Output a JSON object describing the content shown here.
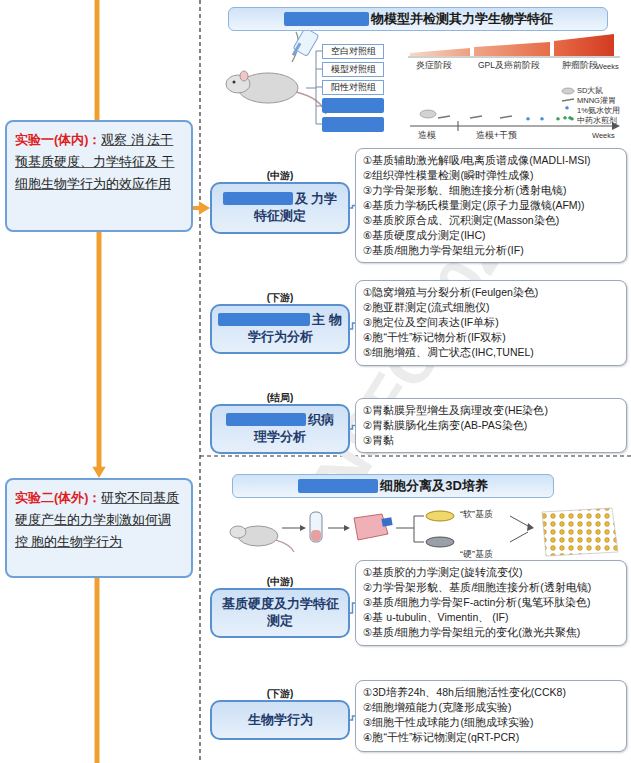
{
  "diagram": {
    "nodes": [
      {
        "text": [
          "实验一(体内)：",
          "观察 消 法干预基质硬度、力学特征及 干细胞生物学行为的效应作用"
        ]
      },
      {
        "text": [
          "物模型并检测其力学生物学特征"
        ]
      },
      {
        "text": [
          "空白对照组"
        ]
      },
      {
        "text": [
          "模型对照组"
        ]
      },
      {
        "text": [
          "阳性对照组"
        ]
      },
      {
        "text": [
          "(中游)",
          "及 力学特征测定"
        ]
      },
      {
        "text": [
          "①基质辅助激光解吸/电离质谱成像(MADLI-MSI)",
          "②组织弹性模量检测(瞬时弹性成像)",
          "③力学骨架形貌、细胞连接分析(透射电镜)",
          "④基质力学杨氏模量测定(原子力显微镜(AFM))",
          "⑤基质胶原合成、沉积测定(Masson染色)",
          "⑥基质硬度成分测定(IHC)",
          "⑦基质/细胞力学骨架组元分析(IF)"
        ]
      },
      {
        "text": [
          "(下游)",
          "主 物学行为分析"
        ]
      },
      {
        "text": [
          "①隐窝增殖与分裂分析(Feulgen染色)",
          "②胞亚群测定(流式细胞仪)",
          "③胞定位及空间表达(IF单标)",
          "④胞“干性”标记物分析(IF双标)",
          "⑤细胞增殖、凋亡状态(IHC,TUNEL)"
        ]
      },
      {
        "text": [
          "(结局)",
          "织病 理学分析"
        ]
      },
      {
        "text": [
          "①胃黏膜异型增生及病理改变(HE染色)",
          "②胃黏膜肠化生病变(AB-PAS染色)",
          "③胃黏"
        ]
      },
      {
        "text": [
          "实验二(体外)：",
          "研究不同基质硬度产生的力学刺激如何调控 胞的生物学行为"
        ]
      },
      {
        "text": [
          "细胞分离及3D培养"
        ]
      },
      {
        "text": [
          "(中游)",
          "基质硬度及力学特征测定"
        ]
      },
      {
        "text": [
          "①基质胶的力学测定(旋转流变仪)",
          "②力学骨架形貌、基质/细胞连接分析(透射电镜)",
          "③基质/细胞力学骨架F-actin分析(鬼笔环肽染色)",
          "④基 u-tubulin、Vimentin、 (IF)",
          "⑤基质/细胞力学骨架组元的变化(激光共聚焦)"
        ]
      },
      {
        "text": [
          "(下游)",
          "生物学行为"
        ]
      },
      {
        "text": [
          "①3D培养24h、48h后细胞活性变化(CCK8)",
          "②细胞增殖能力(克隆形成实验)",
          "③细胞干性成球能力(细胞成球实验)",
          "④胞“干性”标记物测定(qRT-PCR)"
        ]
      }
    ],
    "edges": [
      {
        "from": 0,
        "to": 11,
        "arrow": "to"
      },
      {
        "from": 0,
        "to": 5,
        "arrow": "to"
      },
      {
        "from": 5,
        "to": 6,
        "arrow": "none"
      },
      {
        "from": 7,
        "to": 8,
        "arrow": "none"
      },
      {
        "from": 9,
        "to": 10,
        "arrow": "none"
      },
      {
        "from": 13,
        "to": 14,
        "arrow": "none"
      },
      {
        "from": 15,
        "to": 16,
        "arrow": "none"
      }
    ],
    "labels": [
      "炎症阶段",
      "GPL及癌前阶段",
      "肿瘤阶段",
      "Weeks",
      "造模",
      "造模+干预",
      "Weeks",
      "“软”基质",
      "“硬”基质",
      "NSFC 2021"
    ],
    "legend": [
      {
        "text": "SD大鼠"
      },
      {
        "text": "MNNG灌胃"
      },
      {
        "text": "1%氨水饮用"
      },
      {
        "text": "中药水煎剂"
      }
    ]
  }
}
